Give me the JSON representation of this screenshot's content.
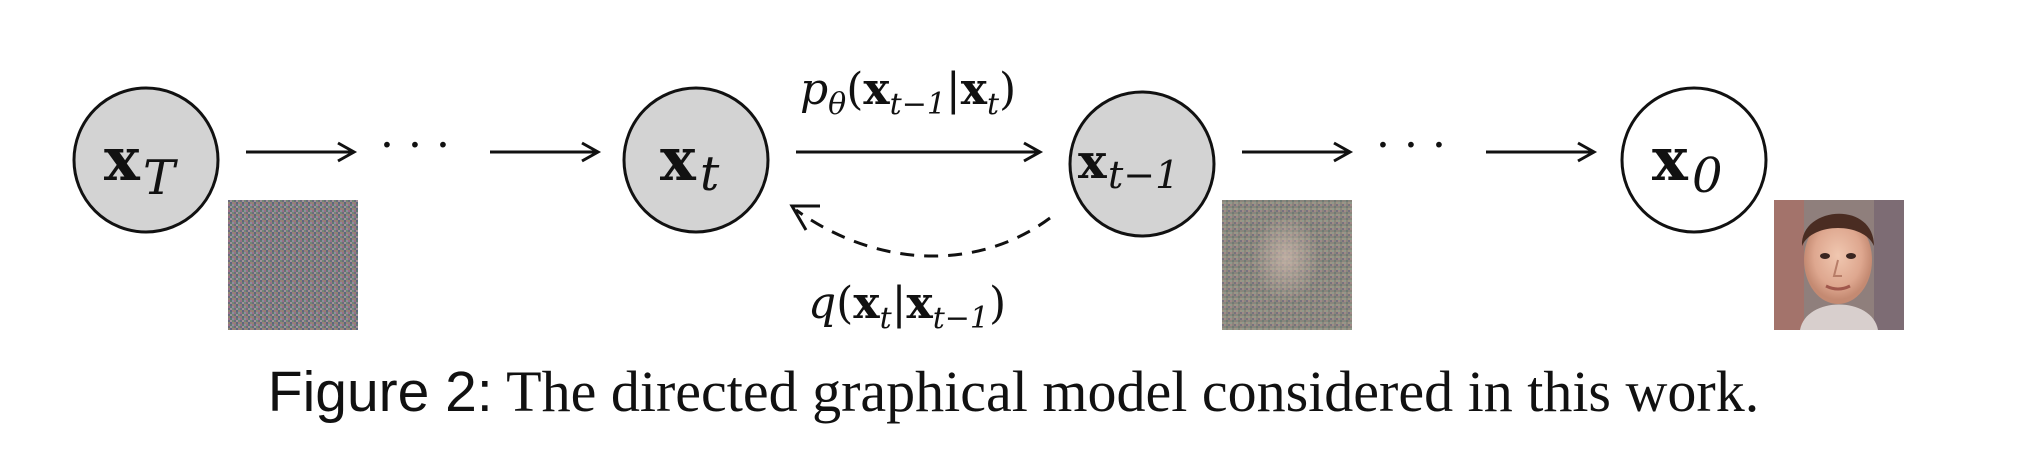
{
  "nodes": [
    {
      "id": "xT",
      "symbol": "x",
      "subscript": "T",
      "fill": "#d3d3d3",
      "has_image": true,
      "image": "noise"
    },
    {
      "id": "xt",
      "symbol": "x",
      "subscript": "t",
      "fill": "#d3d3d3",
      "has_image": false
    },
    {
      "id": "xt-1",
      "symbol": "x",
      "subscript": "t−1",
      "fill": "#d3d3d3",
      "has_image": true,
      "image": "noisy-face"
    },
    {
      "id": "x0",
      "symbol": "x",
      "subscript": "0",
      "fill": "#ffffff",
      "has_image": true,
      "image": "face"
    }
  ],
  "ellipsis": "· · ·",
  "reverse_edge": {
    "label_prefix": "p",
    "label_param": "θ",
    "label_open": "(",
    "label_var1": "x",
    "label_sub1": "t−1",
    "label_bar": "|",
    "label_var2": "x",
    "label_sub2": "t",
    "label_close": ")"
  },
  "forward_edge": {
    "label_prefix": "q",
    "label_open": "(",
    "label_var1": "x",
    "label_sub1": "t",
    "label_bar": "|",
    "label_var2": "x",
    "label_sub2": "t−1",
    "label_close": ")",
    "style": "dashed"
  },
  "caption": {
    "label": "Figure 2:",
    "text": "The directed graphical model considered in this work."
  },
  "colors": {
    "node_gray": "#d3d3d3",
    "stroke": "#111111"
  }
}
